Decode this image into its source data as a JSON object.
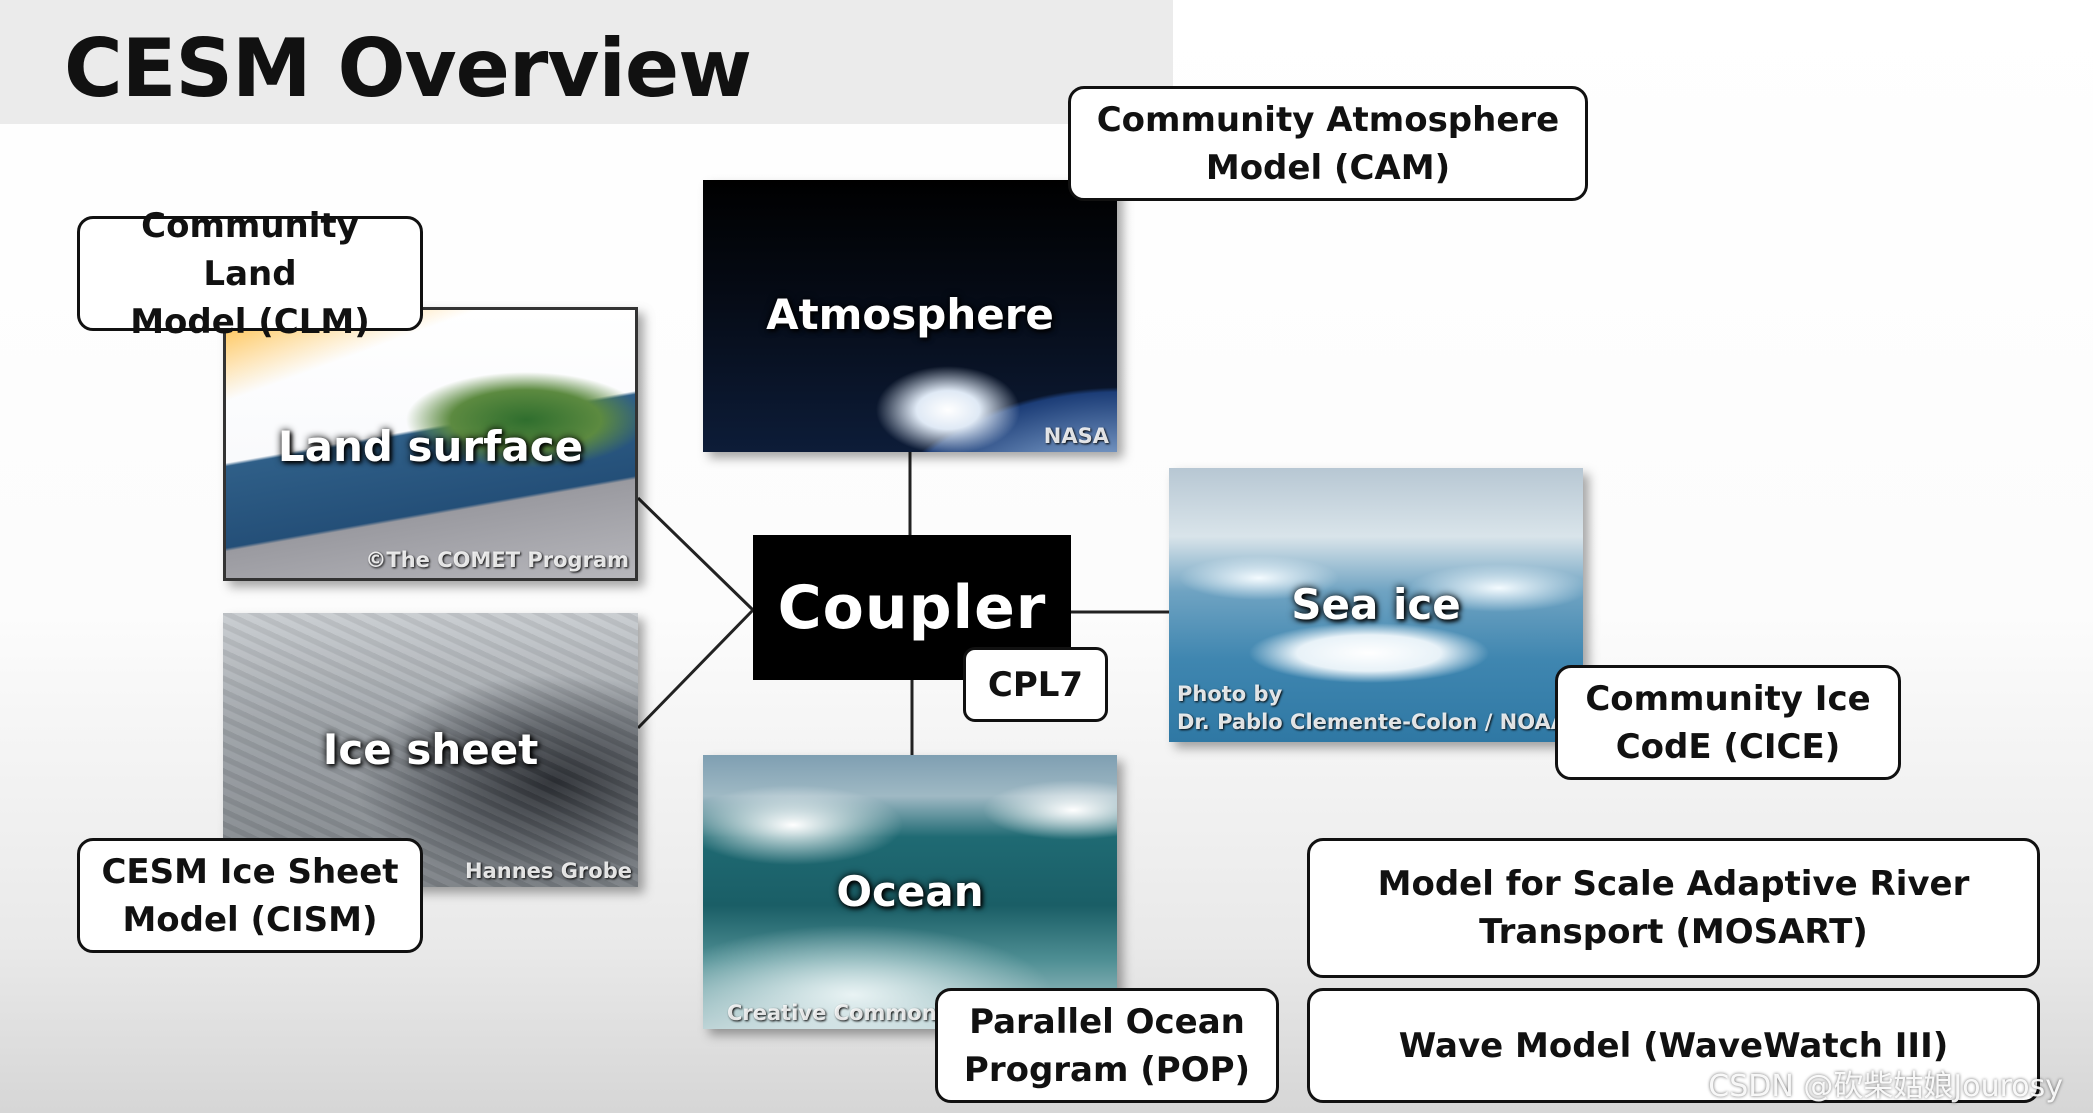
{
  "title": "CESM Overview",
  "components": [
    {
      "id": "atmosphere",
      "caption": "Atmosphere",
      "credit": "NASA",
      "model": "Community Atmosphere\nModel (CAM)"
    },
    {
      "id": "land",
      "caption": "Land surface",
      "credit": "©The COMET Program",
      "model": "Community Land\nModel (CLM)"
    },
    {
      "id": "seaice",
      "caption": "Sea ice",
      "credit": "Photo by\nDr. Pablo Clemente-Colon / NOAA",
      "model": "Community Ice\nCodE (CICE)"
    },
    {
      "id": "icesheet",
      "caption": "Ice sheet",
      "credit": "Hannes Grobe",
      "model": "CESM Ice Sheet\nModel (CISM)"
    },
    {
      "id": "ocean",
      "caption": "Ocean",
      "credit": "Creative Commons",
      "model": "Parallel Ocean\nProgram (POP)"
    }
  ],
  "coupler": {
    "label": "Coupler",
    "tag": "CPL7"
  },
  "other_models": [
    "Model for Scale Adaptive River\nTransport (MOSART)",
    "Wave Model (WaveWatch III)"
  ],
  "watermark": "CSDN @砍柴姑娘Jourosy",
  "colors": {
    "title_band": "#ebebeb",
    "coupler_bg": "#000000",
    "box_border": "#111111"
  }
}
